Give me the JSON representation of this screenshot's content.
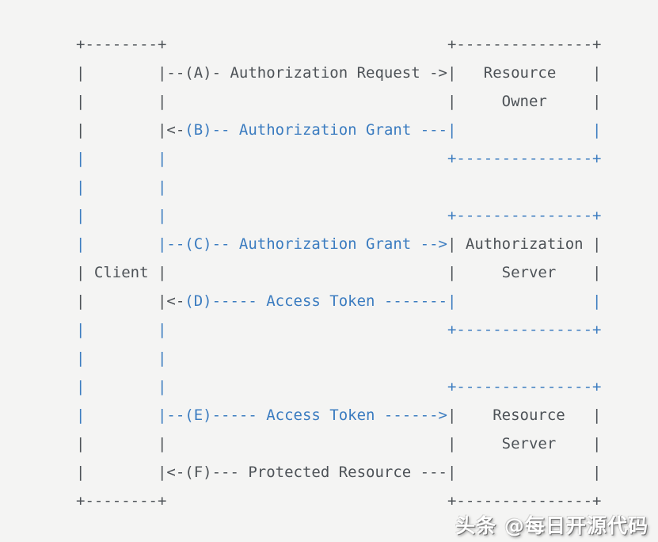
{
  "colors": {
    "background": "#f4f4f3",
    "dark": "#4d5257",
    "blue": "#3b7cc0"
  },
  "diagram": {
    "title_hint": "OAuth 2.0 Abstract Protocol Flow (ASCII art)",
    "boxes": [
      "Client",
      "Resource Owner",
      "Authorization Server",
      "Resource Server"
    ],
    "steps": [
      {
        "id": "A",
        "label": "Authorization Request"
      },
      {
        "id": "B",
        "label": "Authorization Grant"
      },
      {
        "id": "C",
        "label": "Authorization Grant"
      },
      {
        "id": "D",
        "label": "Access Token"
      },
      {
        "id": "E",
        "label": "Access Token"
      },
      {
        "id": "F",
        "label": "Protected Resource"
      }
    ],
    "rows": [
      [
        {
          "t": "+--------+                               +---------------+",
          "c": "dark"
        }
      ],
      [
        {
          "t": "|        |--(A)- Authorization Request ->|   Resource    |",
          "c": "dark"
        }
      ],
      [
        {
          "t": "|        |                               |     Owner     |",
          "c": "dark"
        }
      ],
      [
        {
          "t": "|        |<-",
          "c": "dark"
        },
        {
          "t": "(B)-- Authorization Grant ---|               |",
          "c": "blue"
        }
      ],
      [
        {
          "t": "|        |                               +---------------+",
          "c": "blue"
        }
      ],
      [
        {
          "t": "|        |",
          "c": "blue"
        }
      ],
      [
        {
          "t": "|        |                               +---------------+",
          "c": "blue"
        }
      ],
      [
        {
          "t": "|        |--(C)-- Authorization Grant -->",
          "c": "blue"
        },
        {
          "t": "| Authorization |",
          "c": "dark"
        }
      ],
      [
        {
          "t": "| Client |                               |     Server    |",
          "c": "dark"
        }
      ],
      [
        {
          "t": "|        |<-",
          "c": "dark"
        },
        {
          "t": "(D)----- Access Token -------|               |",
          "c": "blue"
        }
      ],
      [
        {
          "t": "|        |                               +---------------+",
          "c": "blue"
        }
      ],
      [
        {
          "t": "|        |",
          "c": "blue"
        }
      ],
      [
        {
          "t": "|        |                               +---------------+",
          "c": "blue"
        }
      ],
      [
        {
          "t": "|        |--(E)----- Access Token ------>",
          "c": "blue"
        },
        {
          "t": "|    Resource   |",
          "c": "dark"
        }
      ],
      [
        {
          "t": "|        |                               |     Server    |",
          "c": "dark"
        }
      ],
      [
        {
          "t": "|        |<-(F)--- Protected Resource ---|               |",
          "c": "dark"
        }
      ],
      [
        {
          "t": "+--------+                               +---------------+",
          "c": "dark"
        }
      ]
    ]
  },
  "watermark": {
    "text": "头条 @每日开源代码"
  }
}
